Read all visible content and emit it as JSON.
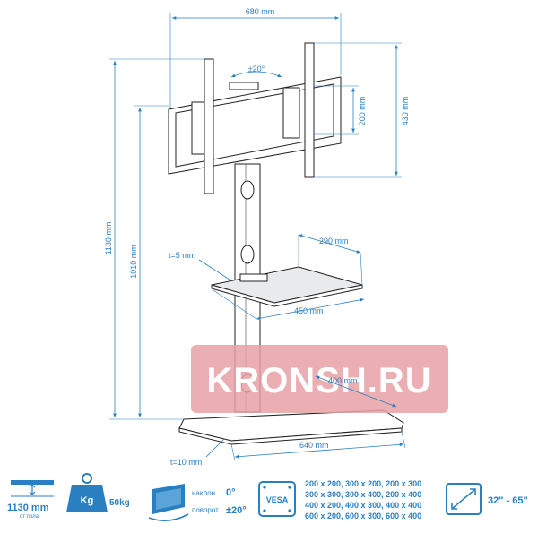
{
  "dimensions": {
    "top_width": "680 mm",
    "tilt_angle": "±20°",
    "height_200": "200 mm",
    "height_430": "430 mm",
    "total_height": "1130 mm",
    "height_1010": "1010 mm",
    "shelf_depth": "290 mm",
    "shelf_thickness": "t=5 mm",
    "shelf_width": "450 mm",
    "base_depth": "400 mm",
    "base_width": "640 mm",
    "base_thickness": "t=10 mm"
  },
  "watermark": "KRONSH.RU",
  "specs": {
    "height_value": "1130 mm",
    "height_caption": "от пола",
    "weight_unit": "Kg",
    "weight_value": "50kg",
    "tilt_label": "наклон",
    "tilt_value": "0°",
    "swivel_label": "поворот",
    "swivel_value": "±20°",
    "vesa_label": "VESA",
    "vesa_lines": [
      "200 x 200, 300 x 200, 200 x 300",
      "300 x 300, 300 x 400, 200 x 400",
      "400 x 200, 400 x 300, 400 x 400",
      "600 x 200, 600 x 300, 600 x 400"
    ],
    "screen_size": "32\" - 65\""
  },
  "colors": {
    "accent": "#2a7fc0",
    "watermark_bg": "#e8a1a6",
    "outline": "#222222"
  }
}
